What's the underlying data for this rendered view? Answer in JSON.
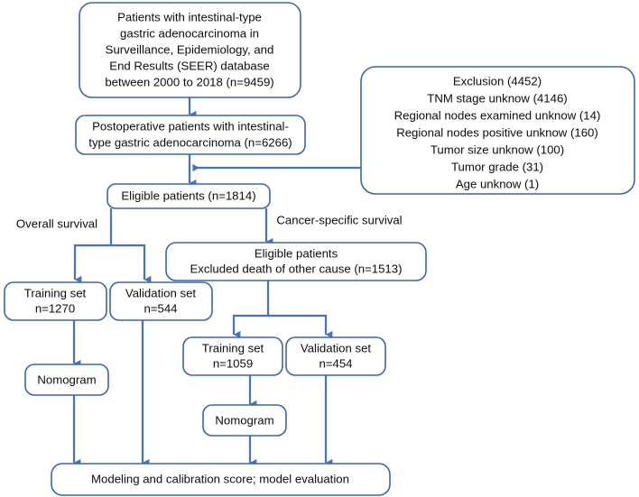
{
  "diagram": {
    "type": "flowchart",
    "title_visible": false,
    "colors": {
      "box_border": "#3a66ad",
      "connector": "#4472c4",
      "box_fill": "#ffffff",
      "text": "#0d0d0d",
      "background": "#ffffff"
    },
    "nodes": {
      "source_cohort": {
        "id": "source-cohort",
        "lines": [
          "Patients with intestinal-type",
          "gastric adenocarcinoma in",
          "Surveillance, Epidemiology, and",
          "End Results (SEER) database",
          "between 2000 to 2018 (n=9459)"
        ]
      },
      "exclusion": {
        "id": "exclusion",
        "lines": [
          "Exclusion (4452)",
          "TNM stage unknow (4146)",
          "Regional nodes examined unknow (14)",
          "Regional nodes positive unknow (160)",
          "Tumor size unknow (100)",
          "Tumor grade (31)",
          "Age unknow (1)"
        ]
      },
      "postoperative": {
        "id": "postoperative",
        "lines": [
          "Postoperative patients with intestinal-",
          "type gastric adenocarcinoma  (n=6266)"
        ]
      },
      "eligible_all": {
        "id": "eligible-all",
        "lines": [
          "Eligible patients (n=1814)"
        ]
      },
      "eligible_css": {
        "id": "eligible-cancer-specific",
        "lines": [
          "Eligible patients",
          "Excluded death of other cause (n=1513)"
        ]
      },
      "os_training": {
        "id": "os-training-set",
        "lines": [
          "Training set",
          "n=1270"
        ]
      },
      "os_validation": {
        "id": "os-validation-set",
        "lines": [
          "Validation set",
          "n=544"
        ]
      },
      "os_nomogram": {
        "id": "os-nomogram",
        "lines": [
          "Nomogram"
        ]
      },
      "css_training": {
        "id": "css-training-set",
        "lines": [
          "Training set",
          "n=1059"
        ]
      },
      "css_validation": {
        "id": "css-validation-set",
        "lines": [
          "Validation set",
          "n=454"
        ]
      },
      "css_nomogram": {
        "id": "css-nomogram",
        "lines": [
          "Nomogram"
        ]
      },
      "final_output": {
        "id": "final-output",
        "lines": [
          "Modeling and calibration score; model evaluation"
        ]
      }
    },
    "edge_labels": {
      "overall_survival": "Overall survival",
      "cancer_specific_survival": "Cancer-specific survival"
    }
  }
}
